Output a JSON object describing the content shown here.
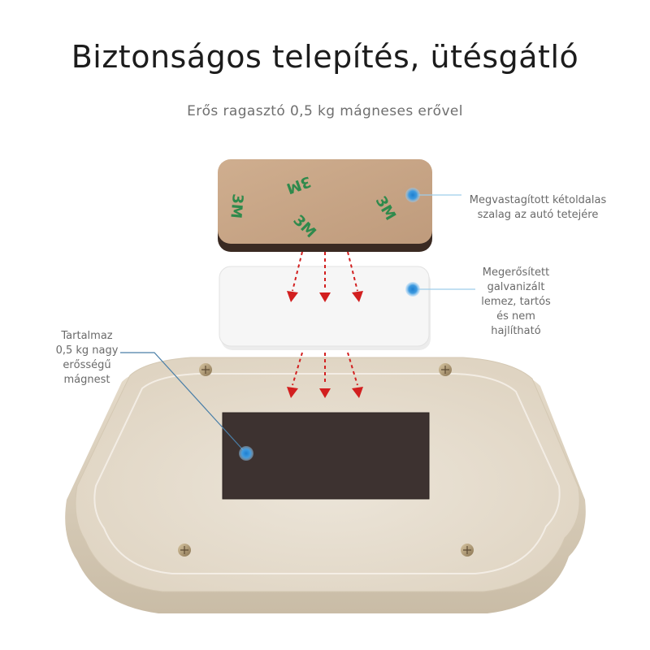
{
  "header": {
    "title": "Biztonságos telepítés, ütésgátló",
    "subtitle": "Erős ragasztó 0,5 kg mágneses erővel"
  },
  "callouts": {
    "tape": {
      "lines": [
        "Megvastagított kétoldalas",
        "szalag az autó tetejére"
      ]
    },
    "plate": {
      "lines": [
        "Megerősített",
        "galvanizált",
        "lemez, tartós",
        "és nem",
        "hajlítható"
      ]
    },
    "magnet": {
      "lines": [
        "Tartalmaz",
        "0,5 kg nagy",
        "erősségű",
        "mágnest"
      ]
    }
  },
  "tape_print": "3M",
  "colors": {
    "tape": "#c8a586",
    "tape_backing": "#3a2a22",
    "tape_print": "#2f8a4c",
    "plate": "#f4f4f4",
    "base": "#e8e0d2",
    "magnet": "#3d3230",
    "arrow": "#d21f1f",
    "marker": "#3f9be0"
  }
}
